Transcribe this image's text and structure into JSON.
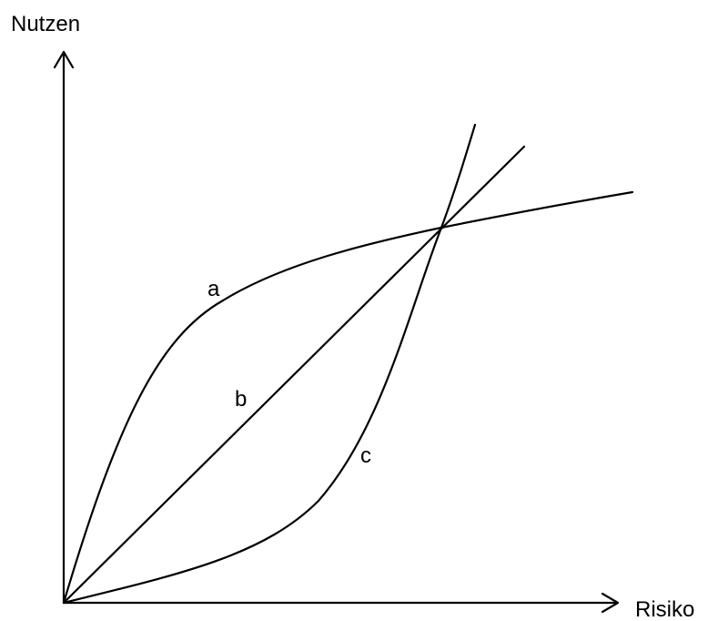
{
  "axes": {
    "y_label": "Nutzen",
    "x_label": "Risiko"
  },
  "curves": [
    {
      "id": "a",
      "label": "a",
      "shape": "concave"
    },
    {
      "id": "b",
      "label": "b",
      "shape": "linear"
    },
    {
      "id": "c",
      "label": "c",
      "shape": "convex"
    }
  ],
  "colors": {
    "stroke": "#000000",
    "background": "#ffffff"
  }
}
